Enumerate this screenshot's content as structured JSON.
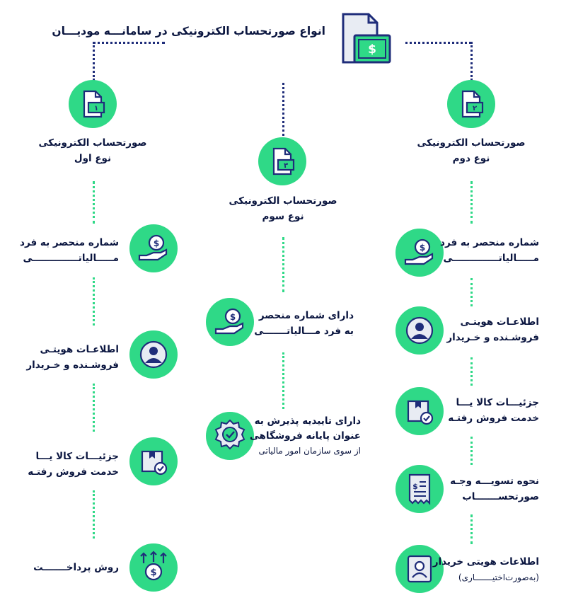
{
  "header": {
    "title_line1": "انواع صورتحساب الکترونیکی",
    "title_line2": "در سامانـــه مودیـــان",
    "icon": "invoice-dollar-icon"
  },
  "columns": {
    "type1": {
      "number": "١",
      "title_line1": "صورتحساب الکترونیکی",
      "title_line2": "نوع اول",
      "items": [
        {
          "icon": "hand-coin-icon",
          "line1": "شماره منحصر به فرد",
          "line2": "مـــــالیاتــــــــــــــی"
        },
        {
          "icon": "user-icon",
          "line1": "اطلاعـات هویتـی",
          "line2": "فروشـنده و خـریدار"
        },
        {
          "icon": "box-check-icon",
          "line1": "جزئیـــات کالا یـــا",
          "line2": "خدمت فروش رفتـه"
        },
        {
          "icon": "coin-arrows-icon",
          "line1": "روش پرداخـــــــت",
          "line2": ""
        }
      ]
    },
    "type3": {
      "number": "٣",
      "title_line1": "صورتحساب الکترونیکی",
      "title_line2": "نوع سوم",
      "items": [
        {
          "icon": "hand-coin-icon",
          "line1": "دارای شماره منحصر",
          "line2": "به  فرد  مـــالیاتـــــــی",
          "line3": ""
        },
        {
          "icon": "badge-check-icon",
          "line1": "دارای تاییدیه پذیرش به",
          "line2": "عنوان پایانه فروشگاهی",
          "line3": "از سوی سازمان امور مالیاتی"
        }
      ]
    },
    "type2": {
      "number": "٢",
      "title_line1": "صورتحساب الکترونیکی",
      "title_line2": "نوع دوم",
      "items": [
        {
          "icon": "hand-coin-icon",
          "line1": "شماره منحصر به فرد",
          "line2": "مـــــالیاتــــــــــــــی"
        },
        {
          "icon": "user-icon",
          "line1": "اطلاعـات هویتـی",
          "line2": "فروشـنده و خـریدار"
        },
        {
          "icon": "box-check-icon",
          "line1": "جزئیـــات کالا یـــا",
          "line2": "خدمت فروش رفتـه"
        },
        {
          "icon": "receipt-icon",
          "line1": "نحوه تسویـــه وجـه",
          "line2": "صورتحســـــــاب"
        },
        {
          "icon": "user-card-icon",
          "line1": "اطلاعات هویتی خریدار",
          "line2": "(بەصورت‌اختیـــــــاری)"
        }
      ]
    }
  },
  "colors": {
    "green": "#2fd987",
    "navy": "#1f2d7a",
    "dark": "#0b1640",
    "paper": "#e8ecf3"
  }
}
